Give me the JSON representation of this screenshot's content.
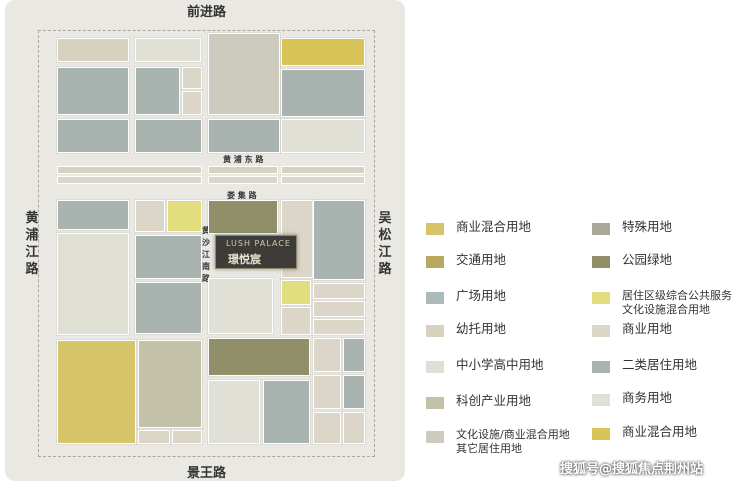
{
  "colors": {
    "commercial_mixed": "#d6c46b",
    "transport": "#b9a860",
    "square": "#aabbb9",
    "kindergarten": "#d7d2c0",
    "school": "#dfdfd3",
    "tech_industry": "#c4c1a9",
    "culture_mixed": "#cdcbbd",
    "special": "#a9a797",
    "park": "#908f6a",
    "residential_service": "#e2dd7f",
    "commercial": "#dbd6c7",
    "residential2": "#a9b3b0",
    "business": "#e1e0d6",
    "commercial_mixed2": "#d9c457"
  },
  "roads": {
    "north": "前进路",
    "south": "景王路",
    "west": "黄浦江路",
    "east": "吴松江路",
    "mid1": "黄 浦 东 路",
    "mid2": "娄 集 路",
    "mid_v": "黄沙江南路"
  },
  "logo": {
    "brand": "LUSH PALACE",
    "name": "璟悦宸"
  },
  "legend": [
    {
      "label": "商业混合用地",
      "color": "#d6c46b"
    },
    {
      "label": "特殊用地",
      "color": "#a9a797"
    },
    {
      "label": "交通用地",
      "color": "#b9a860"
    },
    {
      "label": "公园绿地",
      "color": "#908f6a"
    },
    {
      "label": "广场用地",
      "color": "#aabbb9"
    },
    {
      "label": "居住区级综合公共服务",
      "label2": "文化设施混合用地",
      "color": "#e2dd7f"
    },
    {
      "label": "幼托用地",
      "color": "#d7d2c0"
    },
    {
      "label": "商业用地",
      "color": "#dbd6c7"
    },
    {
      "label": "中小学高中用地",
      "color": "#dfdfd3"
    },
    {
      "label": "二类居住用地",
      "color": "#a9b3b0"
    },
    {
      "label": "科创产业用地",
      "color": "#c4c1a9"
    },
    {
      "label": "商务用地",
      "color": "#e1e0d6"
    },
    {
      "label": "文化设施/商业混合用地",
      "label2": "其它居住用地",
      "color": "#cdcbbd"
    },
    {
      "label": "商业混合用地",
      "color": "#d9c457"
    }
  ],
  "watermark": "搜狐号@搜狐焦点荆州站"
}
